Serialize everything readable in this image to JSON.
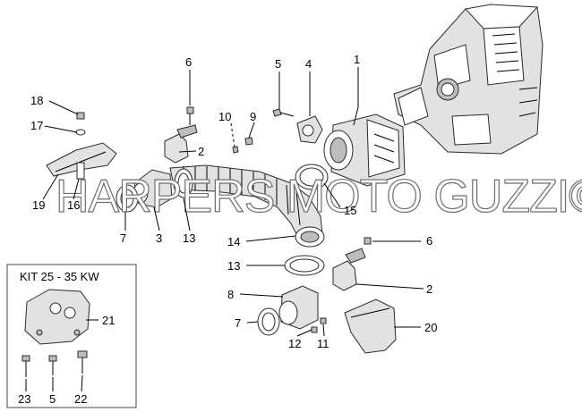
{
  "watermark": "HARPERS MOTO GUZZI©",
  "kit": {
    "title": "KIT 25 - 35 KW"
  },
  "callouts": {
    "c1": "1",
    "c2a": "2",
    "c2b": "2",
    "c3": "3",
    "c4": "4",
    "c5a": "5",
    "c5b": "5",
    "c6a": "6",
    "c6b": "6",
    "c7a": "7",
    "c7b": "7",
    "c8": "8",
    "c9": "9",
    "c10": "10",
    "c11": "11",
    "c12": "12",
    "c13a": "13",
    "c13b": "13",
    "c14": "14",
    "c15": "15",
    "c16": "16",
    "c17": "17",
    "c18": "18",
    "c19": "19",
    "c20": "20",
    "c21": "21",
    "c22": "22",
    "c23": "23"
  }
}
